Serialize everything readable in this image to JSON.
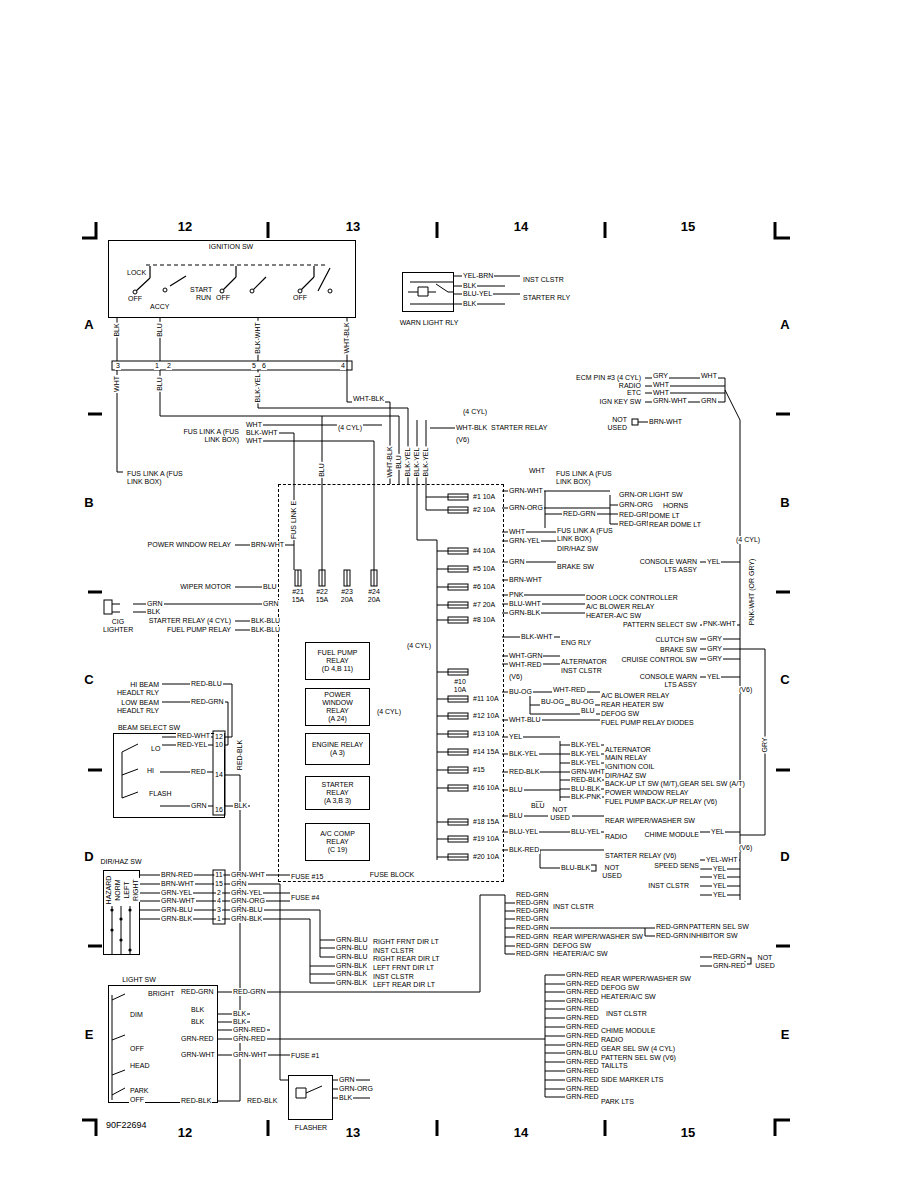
{
  "diagram": {
    "nodes": [
      {
        "text": [
          "IGNITION SW",
          "LOCK",
          "OFF",
          "ACCY",
          "START",
          "RUN",
          "OFF",
          "OFF"
        ]
      },
      {
        "text": [
          "WARN LIGHT RLY"
        ]
      },
      {
        "text": [
          "FUSE BLOCK"
        ]
      },
      {
        "text": [
          "FUEL PUMP RELAY",
          "(D 4,B 11)"
        ],
        "in": 2
      },
      {
        "text": [
          "POWER WINDOW RELAY",
          "(A 24)"
        ],
        "in": 2
      },
      {
        "text": [
          "ENGINE RELAY",
          "(A 3)"
        ],
        "in": 2
      },
      {
        "text": [
          "STARTER RELAY",
          "(A 3,B 3)"
        ],
        "in": 2
      },
      {
        "text": [
          "A/C COMP RELAY",
          "(C 19)"
        ],
        "in": 2
      },
      {
        "text": [
          "BEAM SELECT SW",
          "LO",
          "HI",
          "FLASH"
        ]
      },
      {
        "text": [
          "DIR/HAZ SW",
          "HAZARD",
          "NORM",
          "LEFT",
          "RIGHT"
        ]
      },
      {
        "text": [
          "LIGHT SW",
          "BRIGHT",
          "DIM",
          "OFF",
          "HEAD",
          "PARK",
          "OFF"
        ]
      },
      {
        "text": [
          "FLASHER"
        ]
      }
    ],
    "edges": [
      {
        "from": 0,
        "to": 2,
        "arrow": "none"
      },
      {
        "from": 10,
        "to": 8,
        "arrow": "none"
      },
      {
        "from": 9,
        "to": 11,
        "arrow": "none"
      }
    ],
    "labels": [
      "12",
      "13",
      "14",
      "15",
      "A",
      "A",
      "B",
      "B",
      "C",
      "C",
      "D",
      "D",
      "E",
      "E",
      "12",
      "13",
      "14",
      "15",
      "90F22694",
      "BLK",
      "BLU",
      "BLK-WHT",
      "WHT-BLK",
      "3",
      "1",
      "2",
      "5",
      "6",
      "4",
      "WHT",
      "BLU",
      "BLK-YEL",
      "FUS LINK A (FUS LINK BOX)",
      "WHT-BLK",
      "WHT",
      "BLK-WHT",
      "WHT",
      "FUS LINK A (FUS LINK BOX)",
      "(4 CYL)",
      "(4 CYL)",
      "WHT-BLK",
      "STARTER RELAY",
      "(V6)",
      "FUS LINK E",
      "BLU",
      "WHT-BLK",
      "BLU",
      "BLK-YEL",
      "BLK-YEL",
      "BLK-YEL",
      "YEL-BRN",
      "INST CLSTR",
      "BLK",
      "BLU-YEL",
      "STARTER RLY",
      "BLK",
      "ECM PIN #3 (4 CYL)",
      "GRY",
      "WHT",
      "RADIO",
      "WHT",
      "ETC",
      "WHT",
      "IGN KEY SW",
      "GRN-WHT",
      "GRN",
      "NOT USED",
      "BRN-WHT",
      "POWER WINDOW RELAY",
      "BRN-WHT",
      "WIPER MOTOR",
      "BLU",
      "GRN",
      "BLK",
      "CIG LIGHTER",
      "GRN",
      "STARTER RELAY (4 CYL)",
      "BLK-BLU",
      "FUEL PUMP RELAY",
      "BLK-BLU",
      "#21 15A",
      "#22 15A",
      "#23 20A",
      "#24 20A",
      "#1 10A",
      "#2 10A",
      "#4 10A",
      "#5 10A",
      "#6 10A",
      "#7 20A",
      "#8 10A",
      "#10 10A",
      "#11 10A",
      "#12 10A",
      "#13 10A",
      "#14 15A",
      "#15",
      "#16 10A",
      "#18 15A",
      "#19 10A",
      "#20 10A",
      "WHT",
      "FUS LINK A (FUS LINK BOX)",
      "GRN-WHT",
      "GRN-ORG",
      "LIGHT SW",
      "GRN-ORG",
      "GRN-ORG",
      "HORNS",
      "RED-GRN",
      "RED-GRN",
      "DOME LT",
      "RED-GRN",
      "REAR DOME LT",
      "WHT",
      "FUS LINK A (FUS LINK BOX)",
      "GRN-YEL",
      "DIR/HAZ SW",
      "GRN",
      "BRAKE SW",
      "BRN-WHT",
      "PNK",
      "DOOR LOCK CONTROLLER",
      "BLU-WHT",
      "A/C BLOWER RELAY",
      "GRN-BLK",
      "HEATER-A/C SW",
      "BLK-WHT",
      "ENG RLY",
      "(4 CYL)",
      "WHT-GRN",
      "ALTERNATOR",
      "WHT-RED",
      "INST CLSTR",
      "(V6)",
      "BU-OG",
      "WHT-RED",
      "A/C BLOWER RELAY",
      "BU-OG",
      "BU-OG",
      "REAR HEATER SW",
      "BLU",
      "DEFOG SW",
      "WHT-BLU",
      "FUEL PUMP RELAY DIODES",
      "(4 CYL)",
      "YEL",
      "BLK-YEL",
      "ALTERNATOR",
      "BLK-YEL",
      "BLK-YEL",
      "MAIN RELAY",
      "BLK-YEL",
      "IGNITION COIL",
      "RED-BLK",
      "GRN-WHT",
      "DIR/HAZ SW",
      "RED-BLK",
      "BACK-UP LT SW (M/T),GEAR SEL SW (A/T)",
      "BLU-BLK",
      "POWER WINDOW RELAY",
      "BLK-PNK",
      "FUEL PUMP BACK-UP RELAY (V6)",
      "BLU",
      "BLU",
      "NOT USED",
      "BLU",
      "REAR WIPER/WASHER SW",
      "BLU-YEL",
      "BLU-YEL",
      "RADIO",
      "BLK-RED",
      "STARTER RELAY (V6)",
      "BLU-BLK",
      "NOT USED",
      "(4 CYL)",
      "CONSOLE WARN LTS ASSY",
      "YEL",
      "PNK-WHT (OR GRY)",
      "PATTERN SELECT SW",
      "PNK-WHT",
      "CLUTCH SW",
      "GRY",
      "BRAKE SW",
      "GRY",
      "CRUISE CONTROL SW",
      "GRY",
      "CONSOLE WARN LTS ASSY",
      "YEL",
      "(V6)",
      "GRY",
      "CHIME MODULE",
      "YEL",
      "(V6)",
      "SPEED SENS",
      "YEL-WHT",
      "YEL",
      "INST CLSTR",
      "YEL",
      "YEL",
      "YEL",
      "HI BEAM HEADLT RLY",
      "RED-BLU",
      "LOW BEAM HEADLT RLY",
      "RED-GRN",
      "RED-WHT",
      "RED-YEL",
      "12",
      "10",
      "RED",
      "14",
      "GRN",
      "16",
      "BLK",
      "RED-BLK",
      "BRN-RED",
      "11",
      "GRN-WHT",
      "FUSE #15",
      "BRN-WHT",
      "15",
      "GRN",
      "GRN-YEL",
      "2",
      "GRN-YEL",
      "GRN-WHT",
      "4",
      "GRN-ORG",
      "FUSE #4",
      "GRN-BLU",
      "3",
      "GRN-BLU",
      "GRN-BLK",
      "1",
      "GRN-BLK",
      "GRN-BLU",
      "RIGHT FRNT DIR LT",
      "GRN-BLU",
      "INST CLSTR",
      "GRN-BLU",
      "RIGHT REAR DIR LT",
      "GRN-BLK",
      "LEFT FRNT DIR LT",
      "GRN-BLK",
      "INST CLSTR",
      "GRN-BLK",
      "LEFT REAR DIR LT",
      "RED-GRN",
      "RED-GRN",
      "BLK",
      "BLK",
      "BLK",
      "BLK",
      "GRN-RED",
      "GRN-RED",
      "GRN-RED",
      "GRN-WHT",
      "GRN-WHT",
      "FUSE #1",
      "RED-BLK",
      "RED-BLK",
      "GRN",
      "GRN-ORG",
      "BLK",
      "RED-GRN",
      "RED-GRN",
      "RED-GRN",
      "INST CLSTR",
      "RED-GRN",
      "RED-GRN",
      "RED-GRN",
      "PATTERN SEL SW",
      "REAR WIPER/WASHER SW",
      "RED-GRN",
      "RED-GRN",
      "INHIBITOR SW",
      "DEFOG SW",
      "RED-GRN",
      "HEATER/A/C SW",
      "RED-GRN",
      "RED-GRN",
      "GRN-RED",
      "NOT USED",
      "GRN-RED",
      "REAR WIPER/WASHER SW",
      "GRN-RED",
      "DEFOG SW",
      "GRN-RED",
      "HEATER/A/C SW",
      "GRN-RED",
      "GRN-RED",
      "INST CLSTR",
      "GRN-RED",
      "GRN-RED",
      "CHIME MODULE",
      "GRN-RED",
      "RADIO",
      "GRN-RED",
      "GEAR SEL SW (4 CYL)",
      "GRN-BLU",
      "PATTERN SEL SW (V6)",
      "GRN-RED",
      "TAILLTS",
      "GRN-RED",
      "GRN-RED",
      "SIDE MARKER LTS",
      "GRN-RED",
      "GRN-RED",
      "PARK LTS"
    ]
  }
}
